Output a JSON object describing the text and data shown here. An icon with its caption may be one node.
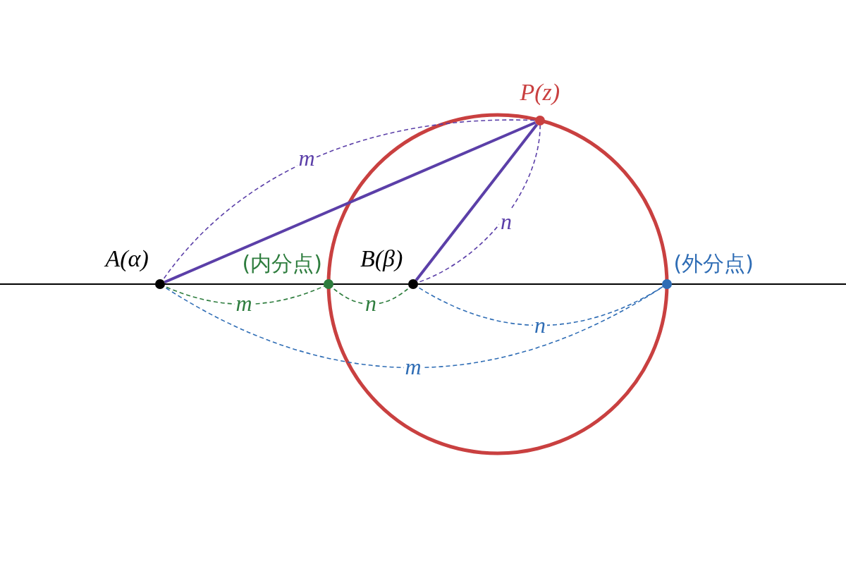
{
  "diagram": {
    "nodes": [
      {
        "text": [],
        "shape": "circle",
        "beside": [
          "P(z)"
        ]
      },
      {
        "text": [],
        "shape": "circle",
        "beside": [
          "A(α)"
        ]
      },
      {
        "text": [],
        "shape": "circle",
        "beside": [
          "(内分点)"
        ]
      },
      {
        "text": [],
        "shape": "circle",
        "beside": [
          "B(β)"
        ]
      },
      {
        "text": [],
        "shape": "circle",
        "beside": [
          "(外分点)"
        ]
      }
    ],
    "edges": [
      {
        "from": 1,
        "to": 0,
        "arrow": "none"
      },
      {
        "from": 3,
        "to": 0,
        "arrow": "none"
      }
    ],
    "labels": [
      "m",
      "n",
      "m",
      "n",
      "n",
      "m"
    ]
  }
}
